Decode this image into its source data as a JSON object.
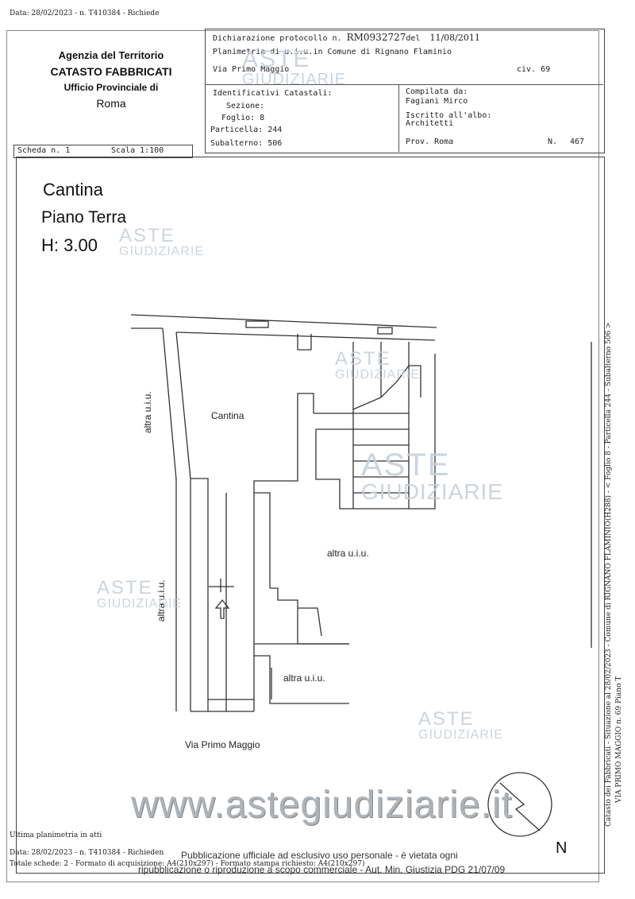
{
  "header_stamp": {
    "top": "Data: 28/02/2023 - n. T410384 - Richiede",
    "bottom_1": "Data: 28/02/2023 - n. T410384 - Richieden",
    "bottom_2": "Totale schede: 2 - Formato di acquisizione: A4(210x297) - Formato stampa richiesto: A4(210x297)"
  },
  "office": {
    "line1": "Agenzia del Territorio",
    "line2": "CATASTO FABBRICATI",
    "line3": "Ufficio Provinciale di",
    "line4": "Roma"
  },
  "declaration": {
    "protocol_label": "Dichiarazione protocollo n.",
    "protocol_number": "RM0932727",
    "date_label": "del",
    "date": "11/08/2011",
    "plan_line": "Planimetria di u.i.u.in Comune di Rignano Flaminio",
    "address": "Via Primo Maggio",
    "civ": "civ. 69"
  },
  "identifiers": {
    "title": "Identificativi Catastali:",
    "sezione": "Sezione:",
    "foglio": "Foglio: 8",
    "particella": "Particella: 244",
    "subalterno": "Subalterno: 506"
  },
  "compiler": {
    "title": "Compilata da:",
    "name": "Fagiani Mirco",
    "albo_label": "Iscritto all'albo:",
    "albo": "Architetti",
    "prov": "Prov. Roma",
    "number_label": "N.",
    "number": "467"
  },
  "sheet": {
    "scheda": "Scheda n. 1",
    "scala": "Scala 1:100"
  },
  "floor": {
    "title": "Cantina",
    "level": "Piano Terra",
    "height": "H: 3.00"
  },
  "plan_labels": {
    "cantina": "Cantina",
    "altra_left_top": "altra u.i.u.",
    "altra_left_bottom": "altra u.i.u.",
    "altra_mid": "altra u.i.u.",
    "altra_low": "altra u.i.u.",
    "street": "Via Primo Maggio",
    "north": "N"
  },
  "side_text": {
    "line1": "Catasto dei Fabbricati - Situazione al 28/02/2023 - Comune di RIGNANO FLAMINIO(H288) - < Foglio 8 - Particella 244 - Subalterno 506 >",
    "line2": "VIA PRIMO MAGGIO n. 69 Piano T"
  },
  "footer": {
    "last": "Ultima planimetria in atti",
    "pub1": "Pubblicazione ufficiale ad esclusivo uso personale - è vietata ogni",
    "pub2": "ripubblicazione o riproduzione a scopo commerciale - Aut. Min. Giustizia PDG 21/07/09",
    "site": "www.astegiudiziarie.it"
  },
  "watermark": {
    "brand1": "ASTE",
    "brand2": "GIUDIZIARIE"
  }
}
